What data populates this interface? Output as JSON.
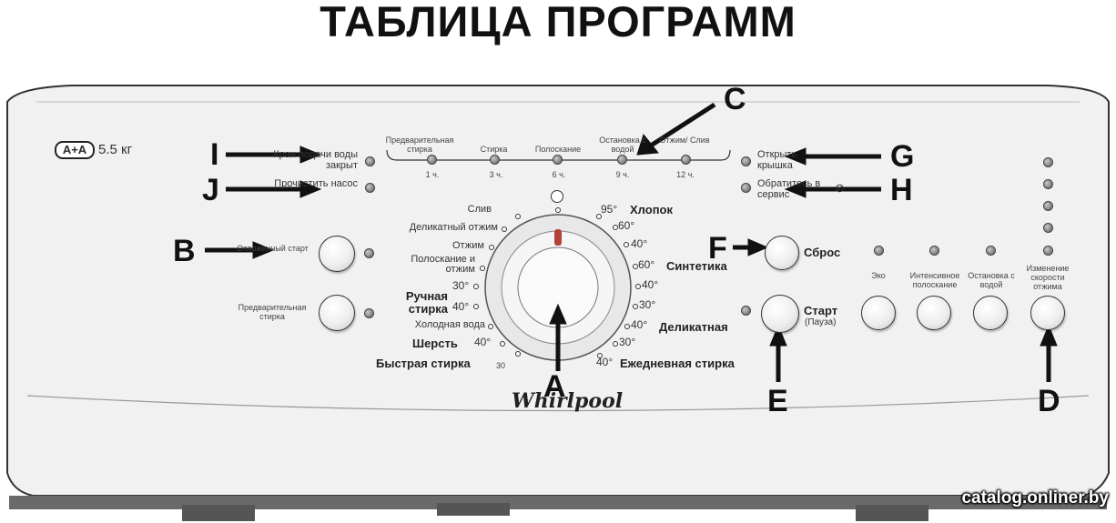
{
  "title": "ТАБЛИЦА ПРОГРАММ",
  "energy_class": "A+A",
  "capacity": "5.5 кг",
  "brand": "Whirlpool",
  "watermark": "catalog.onliner.by",
  "progress": {
    "stages": [
      "Предварительная стирка",
      "Стирка",
      "Полоскание",
      "Остановка с водой",
      "Отжим/ Слив"
    ],
    "times": [
      "1 ч.",
      "3 ч.",
      "6 ч.",
      "9 ч.",
      "12 ч."
    ]
  },
  "indicators": {
    "tap_closed": "Кран подачи воды закрыт",
    "clean_pump": "Прочистить насос",
    "open_lid": "Открыть крышка",
    "service": "Обратитесь в сервис"
  },
  "buttons": {
    "delayed_start": "Отложенный старт",
    "prewash": "Предварительная стирка",
    "reset": "Сброс",
    "start": "Старт",
    "pause": "(Пауза)",
    "eco": "Эко",
    "intensive_rinse": "Интенсивное полоскание",
    "stop_with_water": "Остановка с водой",
    "spin_speed": "Изменение скорости отжима"
  },
  "dial": {
    "top_mark": "О",
    "left": {
      "drain": "Слив",
      "delicate_spin": "Деликатный отжим",
      "spin": "Отжим",
      "rinse_spin": "Полоскание и отжим",
      "hand_wash": "Ручная стирка",
      "hand_30": "30°",
      "hand_40": "40°",
      "cold_water": "Холодная вода",
      "wool": "Шерсть",
      "wool_40": "40°",
      "quick_wash": "Быстрая стирка",
      "quick_30": "30"
    },
    "right": {
      "cotton": "Хлопок",
      "cotton_95": "95°",
      "cotton_60": "60°",
      "cotton_40": "40°",
      "synthetics": "Синтетика",
      "synth_60": "60°",
      "synth_40": "40°",
      "synth_30": "30°",
      "delicate": "Деликатная",
      "del_40": "40°",
      "del_30": "30°",
      "daily": "Ежедневная стирка",
      "daily_40": "40°"
    }
  },
  "callouts": [
    "A",
    "B",
    "C",
    "D",
    "E",
    "F",
    "G",
    "H",
    "I",
    "J"
  ]
}
